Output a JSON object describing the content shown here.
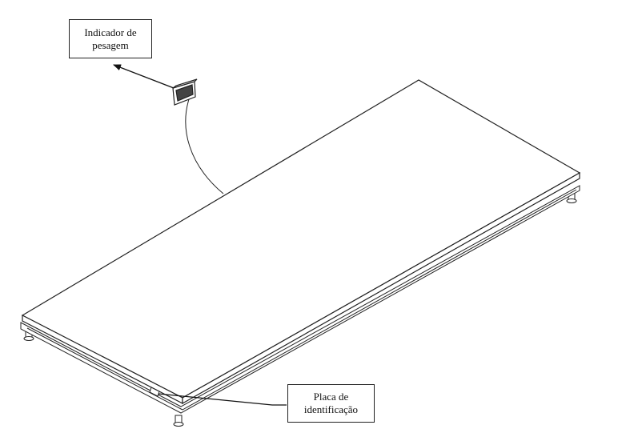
{
  "labels": {
    "indicator": {
      "line1": "Indicador de",
      "line2": "pesagem"
    },
    "plate": {
      "line1": "Placa de",
      "line2": "identificação"
    }
  },
  "colors": {
    "line": "#222222",
    "background": "#ffffff"
  }
}
